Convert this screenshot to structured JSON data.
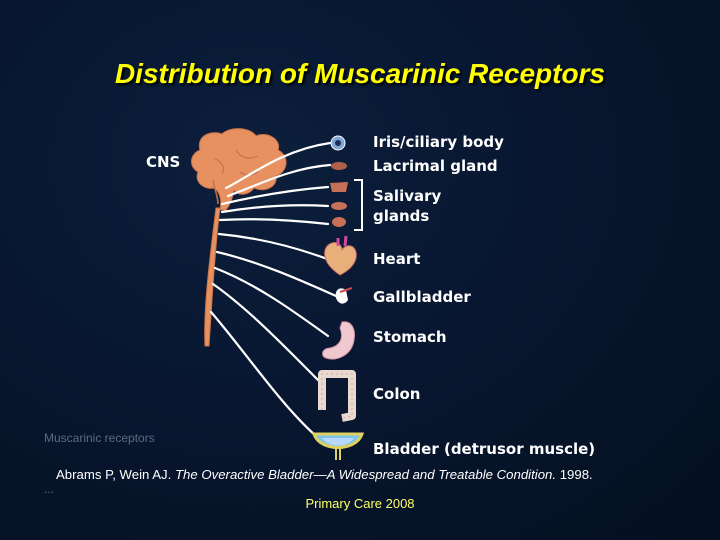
{
  "slide": {
    "title": "Distribution of Muscarinic Receptors",
    "cns_label": "CNS",
    "organs": [
      {
        "id": "iris",
        "label": "Iris/ciliary body"
      },
      {
        "id": "lacrimal",
        "label": "Lacrimal gland"
      },
      {
        "id": "salivary",
        "label": "Salivary\nglands"
      },
      {
        "id": "heart",
        "label": "Heart"
      },
      {
        "id": "gallbladder",
        "label": "Gallbladder"
      },
      {
        "id": "stomach",
        "label": "Stomach"
      },
      {
        "id": "colon",
        "label": "Colon"
      },
      {
        "id": "bladder",
        "label": "Bladder (detrusor muscle)"
      }
    ],
    "faded_text_1": "Muscarinic receptors",
    "faded_text_2": "...",
    "citation_prefix": "Abrams P, Wein AJ. ",
    "citation_title": "The Overactive Bladder—A Widespread and Treatable Condition.",
    "citation_year": " 1998.",
    "footer": "Primary Care 2008"
  },
  "colors": {
    "title": "#ffff00",
    "nerve": "#ffffff",
    "brain": "#e8956a",
    "footer": "#ffff66"
  }
}
